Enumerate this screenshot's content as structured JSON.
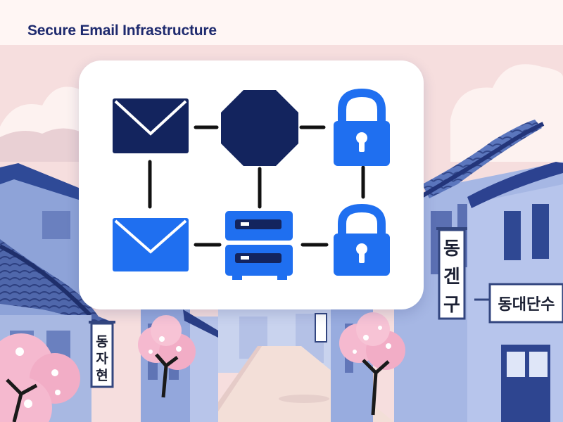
{
  "title": "Secure Email Infrastructure",
  "signs": {
    "left_vertical": [
      "동",
      "자",
      "현"
    ],
    "right_vertical": [
      "동",
      "겐",
      "구"
    ],
    "right_horizontal": "동대단수"
  },
  "diagram": {
    "nodes": [
      {
        "id": "mail-top",
        "icon": "envelope-icon",
        "color": "#13245e"
      },
      {
        "id": "octagon",
        "icon": "octagon-icon",
        "color": "#13245e"
      },
      {
        "id": "lock-top",
        "icon": "padlock-icon",
        "color": "#1f6ff0"
      },
      {
        "id": "mail-bottom",
        "icon": "envelope-icon",
        "color": "#1f6ff0"
      },
      {
        "id": "server",
        "icon": "server-icon",
        "color": "#1f6ff0"
      },
      {
        "id": "lock-bottom",
        "icon": "padlock-icon",
        "color": "#1f6ff0"
      }
    ]
  },
  "colors": {
    "title": "#1e2a6e",
    "navy": "#13245e",
    "blue": "#1f6ff0",
    "sky": "#f6dede",
    "street": "#f3dfd8"
  }
}
